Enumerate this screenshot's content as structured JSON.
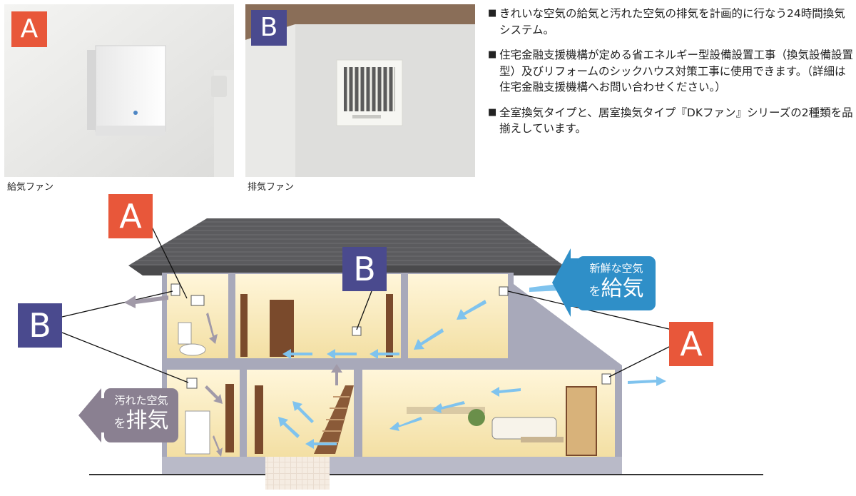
{
  "photos": [
    {
      "badge": "A",
      "caption": "給気ファン"
    },
    {
      "badge": "B",
      "caption": "排気ファン"
    }
  ],
  "bullets": [
    {
      "mark": "■",
      "text": "きれいな空気の給気と汚れた空気の排気を計画的に行なう24時間換気システム。"
    },
    {
      "mark": "■",
      "text": "住宅金融支援機構が定める省エネルギー型設備設置工事（換気設備設置型）及びリフォームのシックハウス対策工事に使用できます。（詳細は住宅金融支援機構へお問い合わせください。）"
    },
    {
      "mark": "■",
      "text": "全室換気タイプと、居室換気タイプ『DKファン』シリーズの2種類を品揃えしています。"
    }
  ],
  "diagram": {
    "badges": {
      "a_top": "A",
      "b_center": "B",
      "b_left": "B",
      "a_right": "A"
    },
    "supply_label": {
      "line1": "新鮮な空気",
      "particle": "を",
      "main": "給気"
    },
    "exhaust_label": {
      "line1": "汚れた空気",
      "particle": "を",
      "main": "排気"
    }
  },
  "colors": {
    "badge_a": "#e8573a",
    "badge_b": "#4a4a8e",
    "supply_arrow": "#7fc3ee",
    "exhaust_arrow": "#a19aa8",
    "roof": "#5b5b5e",
    "wall": "#a8a9ba",
    "room": "#fbefc9"
  }
}
